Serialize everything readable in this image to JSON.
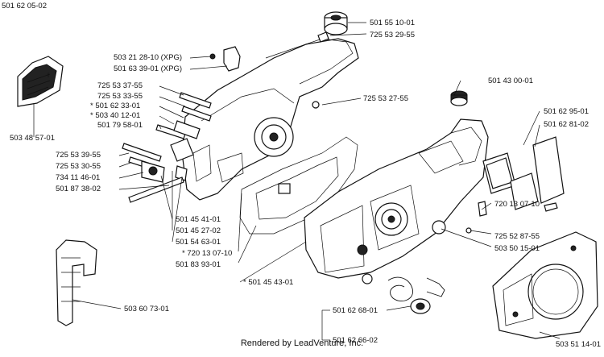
{
  "diagram": {
    "labels": [
      {
        "id": "top-left",
        "text": "501 62 05-02"
      },
      {
        "id": "l1",
        "text": "501 55 10-01"
      },
      {
        "id": "l2",
        "text": "725 53 29-55"
      },
      {
        "id": "l3",
        "text": "503 21 28-10 (XPG)"
      },
      {
        "id": "l4",
        "text": "501 63 39-01 (XPG)"
      },
      {
        "id": "l5",
        "text": "725 53 37-55"
      },
      {
        "id": "l6",
        "text": "725 53 33-55"
      },
      {
        "id": "l7",
        "text": "* 501 62 33-01"
      },
      {
        "id": "l8",
        "text": "* 503 40 12-01"
      },
      {
        "id": "l9",
        "text": "501 79 58-01"
      },
      {
        "id": "l10",
        "text": "503 48 57-01"
      },
      {
        "id": "l11",
        "text": "725 53 27-55"
      },
      {
        "id": "l12",
        "text": "501 43 00-01"
      },
      {
        "id": "l13",
        "text": "501 62 95-01"
      },
      {
        "id": "l14",
        "text": "501 62 81-02"
      },
      {
        "id": "l15",
        "text": "725 53 39-55"
      },
      {
        "id": "l16",
        "text": "725 53 30-55"
      },
      {
        "id": "l17",
        "text": "734 11 46-01"
      },
      {
        "id": "l18",
        "text": "501 87 38-02"
      },
      {
        "id": "l19",
        "text": "501 45 41-01"
      },
      {
        "id": "l20",
        "text": "501 45 27-02"
      },
      {
        "id": "l21",
        "text": "501 54 63-01"
      },
      {
        "id": "l22",
        "text": "* 720 13 07-10"
      },
      {
        "id": "l23",
        "text": "501 83 93-01"
      },
      {
        "id": "l24",
        "text": "* 501 45 43-01"
      },
      {
        "id": "l25",
        "text": "720 13 07-10"
      },
      {
        "id": "l26",
        "text": "725 52 87-55"
      },
      {
        "id": "l27",
        "text": "503 50 15-01"
      },
      {
        "id": "l28",
        "text": "503 60 73-01"
      },
      {
        "id": "l29",
        "text": "501 62 68-01"
      },
      {
        "id": "l30",
        "text": "501 62 66-02"
      },
      {
        "id": "l31",
        "text": "503 51 14-01"
      }
    ],
    "footer": "Rendered by LeadVenture, Inc."
  }
}
